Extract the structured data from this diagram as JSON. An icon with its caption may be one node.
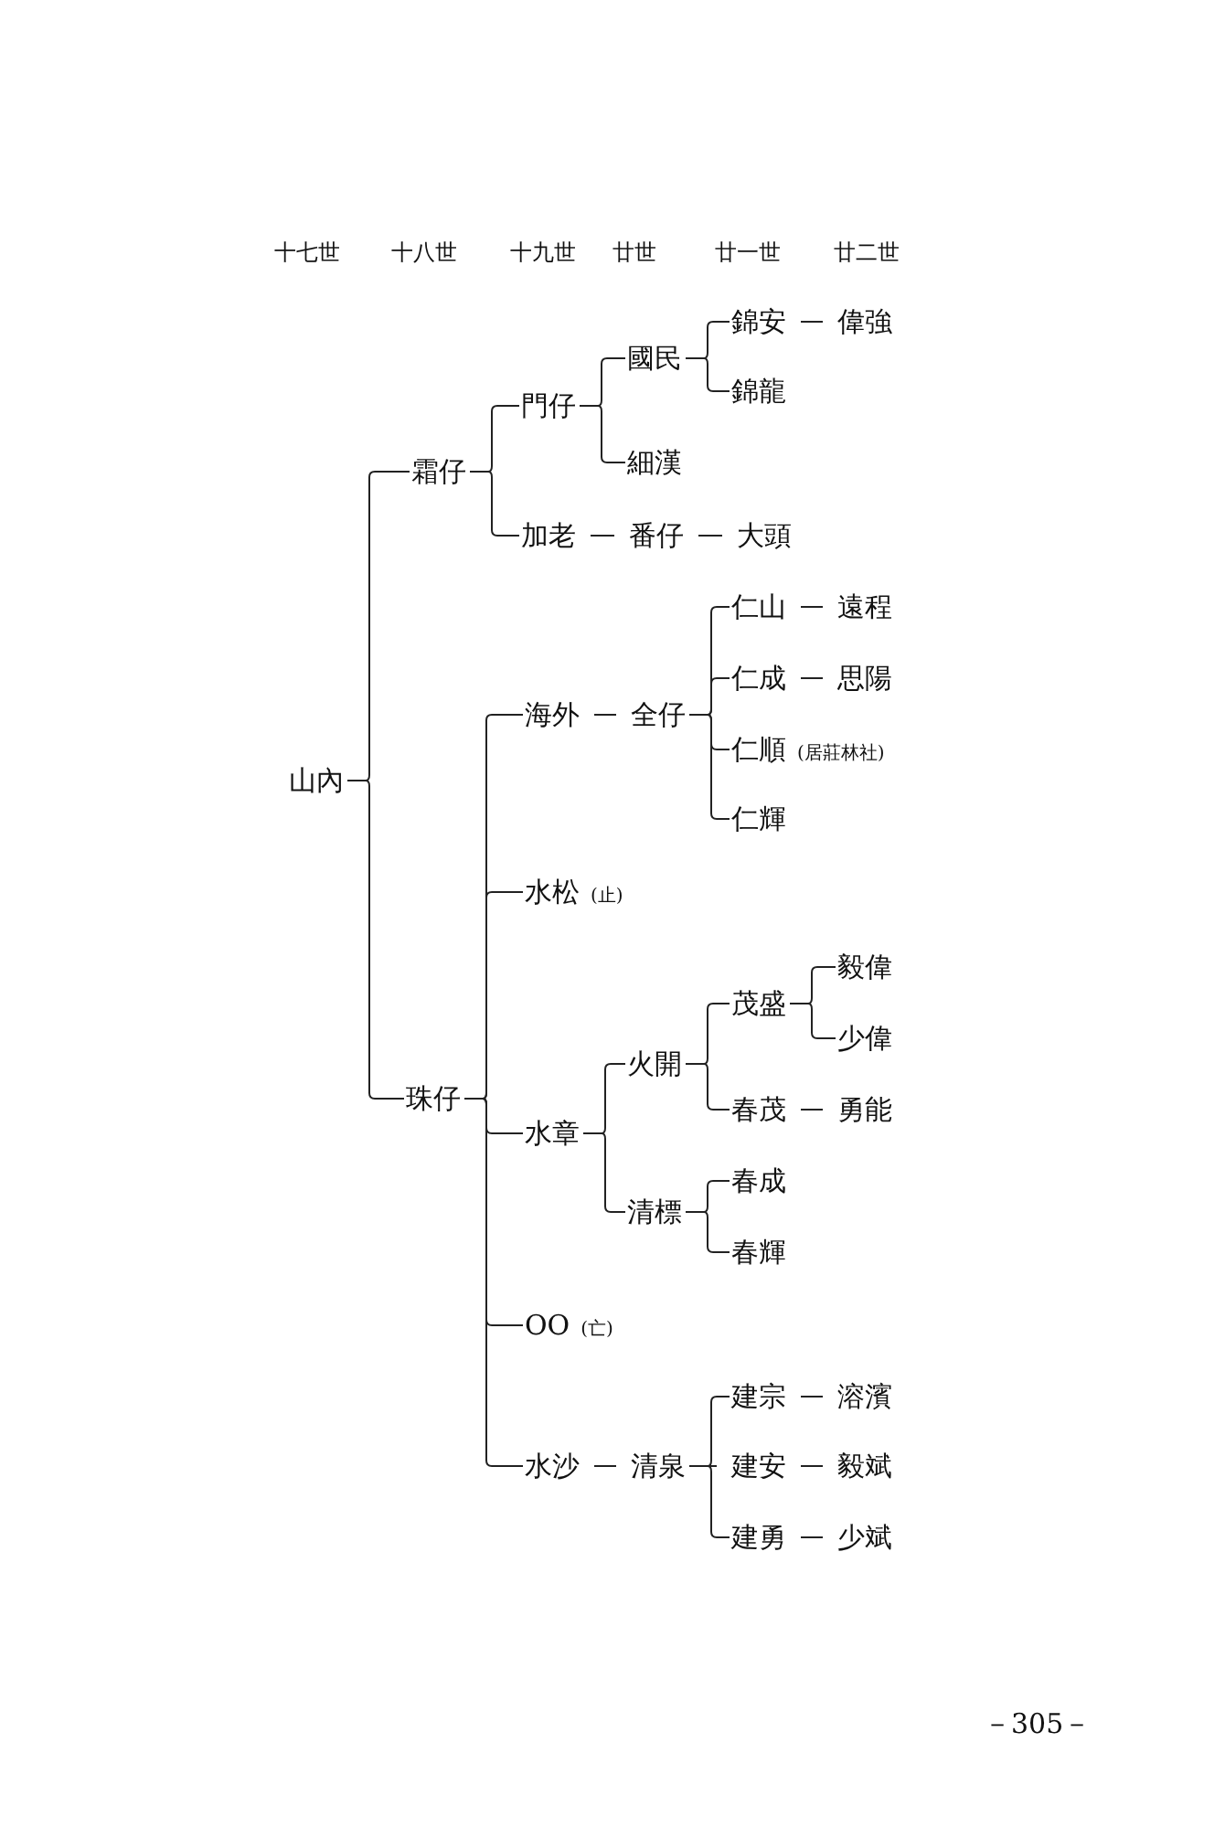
{
  "diagram": {
    "nodes": [
      {
        "text": [
          "山內"
        ]
      },
      {
        "text": [
          "霜仔"
        ]
      },
      {
        "text": [
          "珠仔"
        ]
      },
      {
        "text": [
          "門仔"
        ]
      },
      {
        "text": [
          "加老"
        ]
      },
      {
        "text": [
          "番仔"
        ]
      },
      {
        "text": [
          "大頭"
        ]
      },
      {
        "text": [
          "國民"
        ]
      },
      {
        "text": [
          "細漢"
        ]
      },
      {
        "text": [
          "錦安"
        ]
      },
      {
        "text": [
          "偉強"
        ]
      },
      {
        "text": [
          "錦龍"
        ]
      },
      {
        "text": [
          "海外"
        ]
      },
      {
        "text": [
          "全仔"
        ]
      },
      {
        "text": [
          "仁山"
        ]
      },
      {
        "text": [
          "遠程"
        ]
      },
      {
        "text": [
          "仁成"
        ]
      },
      {
        "text": [
          "思陽"
        ]
      },
      {
        "text": [
          "仁順"
        ],
        "beside": [
          "(居莊林社)"
        ]
      },
      {
        "text": [
          "仁輝"
        ]
      },
      {
        "text": [
          "水松"
        ],
        "beside": [
          "(止)"
        ]
      },
      {
        "text": [
          "水章"
        ]
      },
      {
        "text": [
          "火開"
        ]
      },
      {
        "text": [
          "清標"
        ]
      },
      {
        "text": [
          "茂盛"
        ]
      },
      {
        "text": [
          "春茂"
        ]
      },
      {
        "text": [
          "勇能"
        ]
      },
      {
        "text": [
          "毅偉"
        ]
      },
      {
        "text": [
          "少偉"
        ]
      },
      {
        "text": [
          "春成"
        ]
      },
      {
        "text": [
          "春輝"
        ]
      },
      {
        "text": [
          "OO"
        ],
        "beside": [
          "(亡)"
        ]
      },
      {
        "text": [
          "水沙"
        ]
      },
      {
        "text": [
          "清泉"
        ]
      },
      {
        "text": [
          "建宗"
        ]
      },
      {
        "text": [
          "溶濱"
        ]
      },
      {
        "text": [
          "建安"
        ]
      },
      {
        "text": [
          "毅斌"
        ]
      },
      {
        "text": [
          "建勇"
        ]
      },
      {
        "text": [
          "少斌"
        ]
      }
    ],
    "edges": [
      {
        "from": 0,
        "to": 1,
        "arrow": "none"
      },
      {
        "from": 0,
        "to": 2,
        "arrow": "none"
      },
      {
        "from": 1,
        "to": 3,
        "arrow": "none"
      },
      {
        "from": 1,
        "to": 4,
        "arrow": "none"
      },
      {
        "from": 4,
        "to": 5,
        "arrow": "none"
      },
      {
        "from": 5,
        "to": 6,
        "arrow": "none"
      },
      {
        "from": 3,
        "to": 7,
        "arrow": "none"
      },
      {
        "from": 3,
        "to": 8,
        "arrow": "none"
      },
      {
        "from": 7,
        "to": 9,
        "arrow": "none"
      },
      {
        "from": 7,
        "to": 11,
        "arrow": "none"
      },
      {
        "from": 9,
        "to": 10,
        "arrow": "none"
      },
      {
        "from": 2,
        "to": 12,
        "arrow": "none"
      },
      {
        "from": 2,
        "to": 20,
        "arrow": "none"
      },
      {
        "from": 2,
        "to": 21,
        "arrow": "none"
      },
      {
        "from": 2,
        "to": 31,
        "arrow": "none"
      },
      {
        "from": 2,
        "to": 32,
        "arrow": "none"
      },
      {
        "from": 12,
        "to": 13,
        "arrow": "none"
      },
      {
        "from": 13,
        "to": 14,
        "arrow": "none"
      },
      {
        "from": 13,
        "to": 16,
        "arrow": "none"
      },
      {
        "from": 13,
        "to": 18,
        "arrow": "none"
      },
      {
        "from": 13,
        "to": 19,
        "arrow": "none"
      },
      {
        "from": 14,
        "to": 15,
        "arrow": "none"
      },
      {
        "from": 16,
        "to": 17,
        "arrow": "none"
      },
      {
        "from": 21,
        "to": 22,
        "arrow": "none"
      },
      {
        "from": 21,
        "to": 23,
        "arrow": "none"
      },
      {
        "from": 22,
        "to": 24,
        "arrow": "none"
      },
      {
        "from": 22,
        "to": 25,
        "arrow": "none"
      },
      {
        "from": 24,
        "to": 27,
        "arrow": "none"
      },
      {
        "from": 24,
        "to": 28,
        "arrow": "none"
      },
      {
        "from": 25,
        "to": 26,
        "arrow": "none"
      },
      {
        "from": 23,
        "to": 29,
        "arrow": "none"
      },
      {
        "from": 23,
        "to": 30,
        "arrow": "none"
      },
      {
        "from": 32,
        "to": 33,
        "arrow": "none"
      },
      {
        "from": 33,
        "to": 34,
        "arrow": "none"
      },
      {
        "from": 33,
        "to": 36,
        "arrow": "none"
      },
      {
        "from": 33,
        "to": 38,
        "arrow": "none"
      },
      {
        "from": 34,
        "to": 35,
        "arrow": "none"
      },
      {
        "from": 36,
        "to": 37,
        "arrow": "none"
      },
      {
        "from": 38,
        "to": 39,
        "arrow": "none"
      }
    ],
    "labels": [
      "十七世",
      "十八世",
      "十九世",
      "廿世",
      "廿一世",
      "廿二世",
      "－305－"
    ]
  }
}
